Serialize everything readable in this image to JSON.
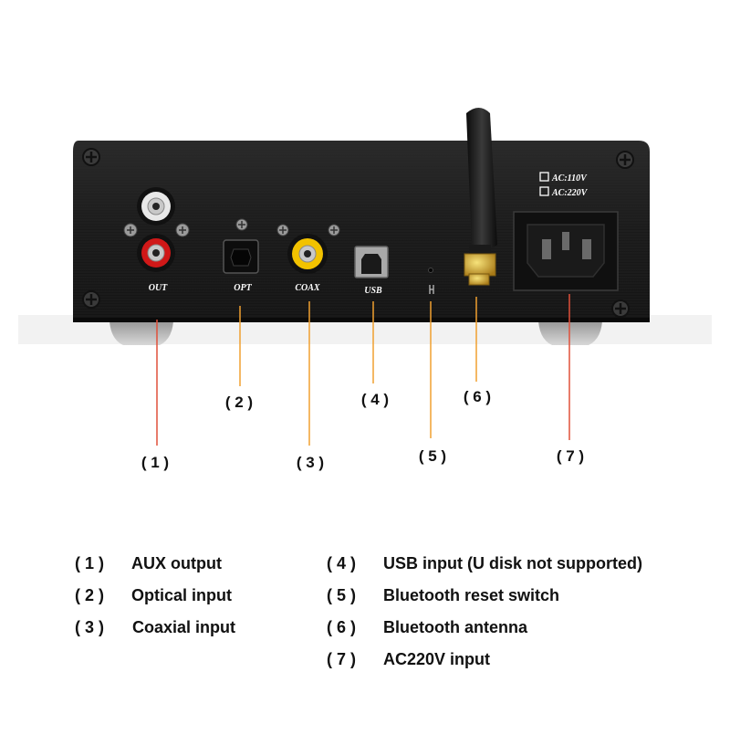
{
  "panel": {
    "labels": {
      "out": "OUT",
      "opt": "OPT",
      "coax": "COAX",
      "usb": "USB"
    },
    "voltage_options": [
      "AC:110V",
      "AC:220V"
    ]
  },
  "callouts": [
    "( 1 )",
    "( 2 )",
    "( 3 )",
    "( 4 )",
    "( 5 )",
    "( 6 )",
    "( 7 )"
  ],
  "legend": [
    {
      "num": "( 1 )",
      "text": "AUX output"
    },
    {
      "num": "( 2 )",
      "text": "Optical input"
    },
    {
      "num": "( 3 )",
      "text": "Coaxial input"
    },
    {
      "num": "( 4 )",
      "text": "USB input (U disk not supported)"
    },
    {
      "num": "( 5 )",
      "text": "Bluetooth reset switch"
    },
    {
      "num": "( 6 )",
      "text": "Bluetooth antenna"
    },
    {
      "num": "( 7 )",
      "text": "AC220V input"
    }
  ],
  "colors": {
    "leader_red": "#e0503a",
    "leader_orange": "#f0a030",
    "panel": "#1c1c1c",
    "rca_red": "#d01818",
    "rca_white": "#e8e8e8",
    "coax_yellow": "#f2c200"
  }
}
